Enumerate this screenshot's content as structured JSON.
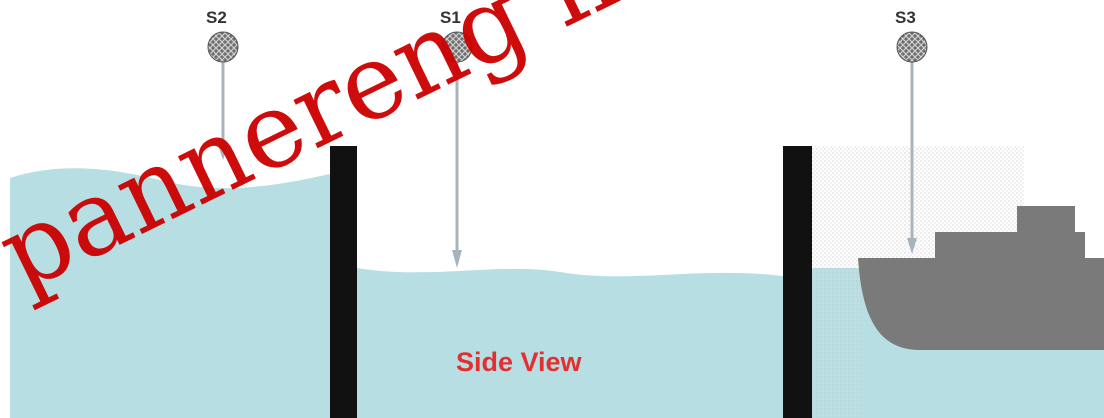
{
  "diagram": {
    "view_label": "Side View",
    "sensors": [
      {
        "id": "S2"
      },
      {
        "id": "S1"
      },
      {
        "id": "S3"
      }
    ],
    "colors": {
      "water": "#b7dfe3",
      "wall": "#111111",
      "ship": "#7a7a7a",
      "sensor": "#9a9a9a",
      "beam": "#a8b4bc",
      "label_red": "#e23030",
      "watermark": "#cc0000"
    }
  },
  "watermark": {
    "text": "pannereng in"
  }
}
